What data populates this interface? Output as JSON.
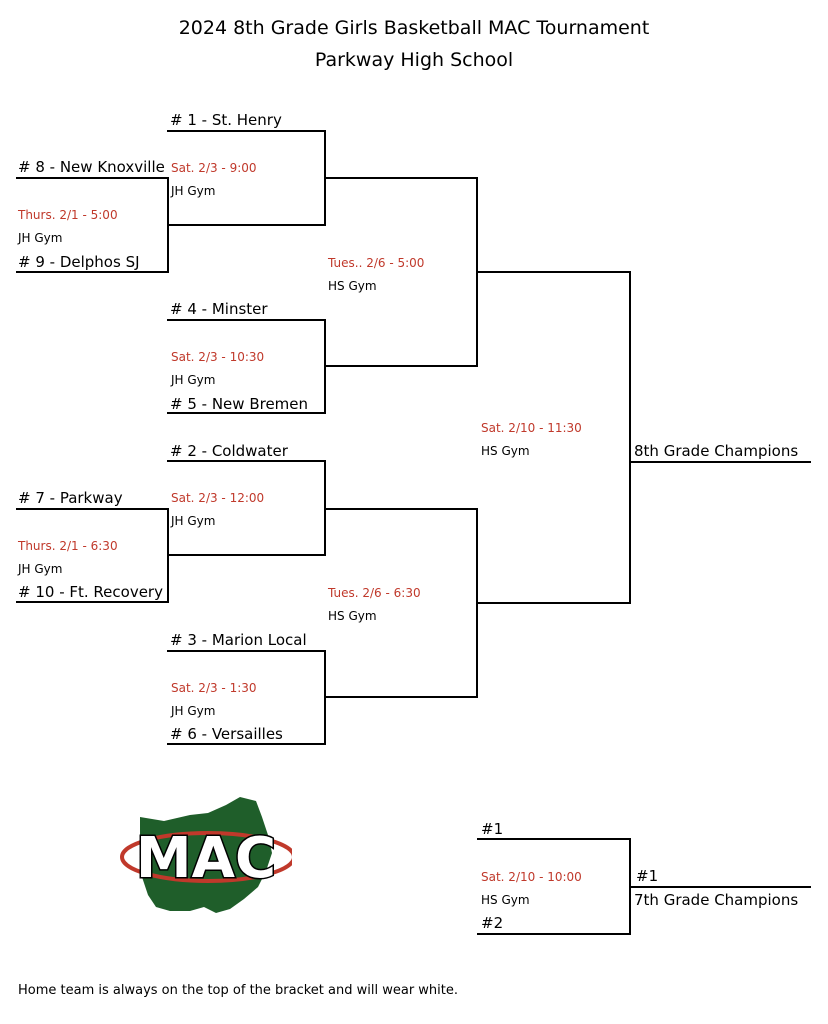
{
  "header": {
    "title_line1": "2024 8th Grade Girls Basketball MAC Tournament",
    "title_line2": "Parkway High School"
  },
  "teams": {
    "t1": "# 1 -  St. Henry",
    "t8": "# 8 - New Knoxville",
    "t9": "# 9 - Delphos SJ",
    "t4": "# 4 -  Minster",
    "t5": "# 5 - New Bremen",
    "t2": "# 2 - Coldwater",
    "t7": "# 7 - Parkway",
    "t10": "# 10 - Ft. Recovery",
    "t3": "# 3 - Marion Local",
    "t6": "# 6 - Versailles"
  },
  "games": {
    "g_8v9": {
      "time": "Thurs. 2/1 - 5:00",
      "gym": "JH Gym"
    },
    "g_1": {
      "time": "Sat. 2/3 - 9:00",
      "gym": "JH Gym"
    },
    "g_4v5": {
      "time": "Sat. 2/3 - 10:30",
      "gym": "JH Gym"
    },
    "g_semi1": {
      "time": "Tues.. 2/6 - 5:00",
      "gym": "HS Gym"
    },
    "g_7v10": {
      "time": "Thurs. 2/1 - 6:30",
      "gym": "JH Gym"
    },
    "g_2": {
      "time": "Sat. 2/3 - 12:00",
      "gym": "JH Gym"
    },
    "g_3v6": {
      "time": "Sat. 2/3 - 1:30",
      "gym": "JH Gym"
    },
    "g_semi2": {
      "time": "Tues. 2/6 - 6:30",
      "gym": "HS Gym"
    },
    "g_final": {
      "time": "Sat. 2/10 - 11:30",
      "gym": "HS Gym"
    },
    "g_7th": {
      "time": "Sat. 2/10 - 10:00",
      "gym": "HS Gym"
    }
  },
  "champions": {
    "eighth": "8th Grade Champions",
    "seventh_seed_top": "#1",
    "seventh_seed_bottom": "#2",
    "seventh_winner_seed": "#1",
    "seventh": "7th Grade Champions"
  },
  "logo": {
    "text": "MAC",
    "colors": {
      "state": "#1f5e2a",
      "ring": "#c0392b",
      "letters": "#ffffff",
      "outline": "#000000"
    }
  },
  "footer": {
    "note": "Home team is always on the top of the bracket and will wear white."
  },
  "colors": {
    "time_text": "#c0392b",
    "text": "#000000",
    "lines": "#000000"
  }
}
